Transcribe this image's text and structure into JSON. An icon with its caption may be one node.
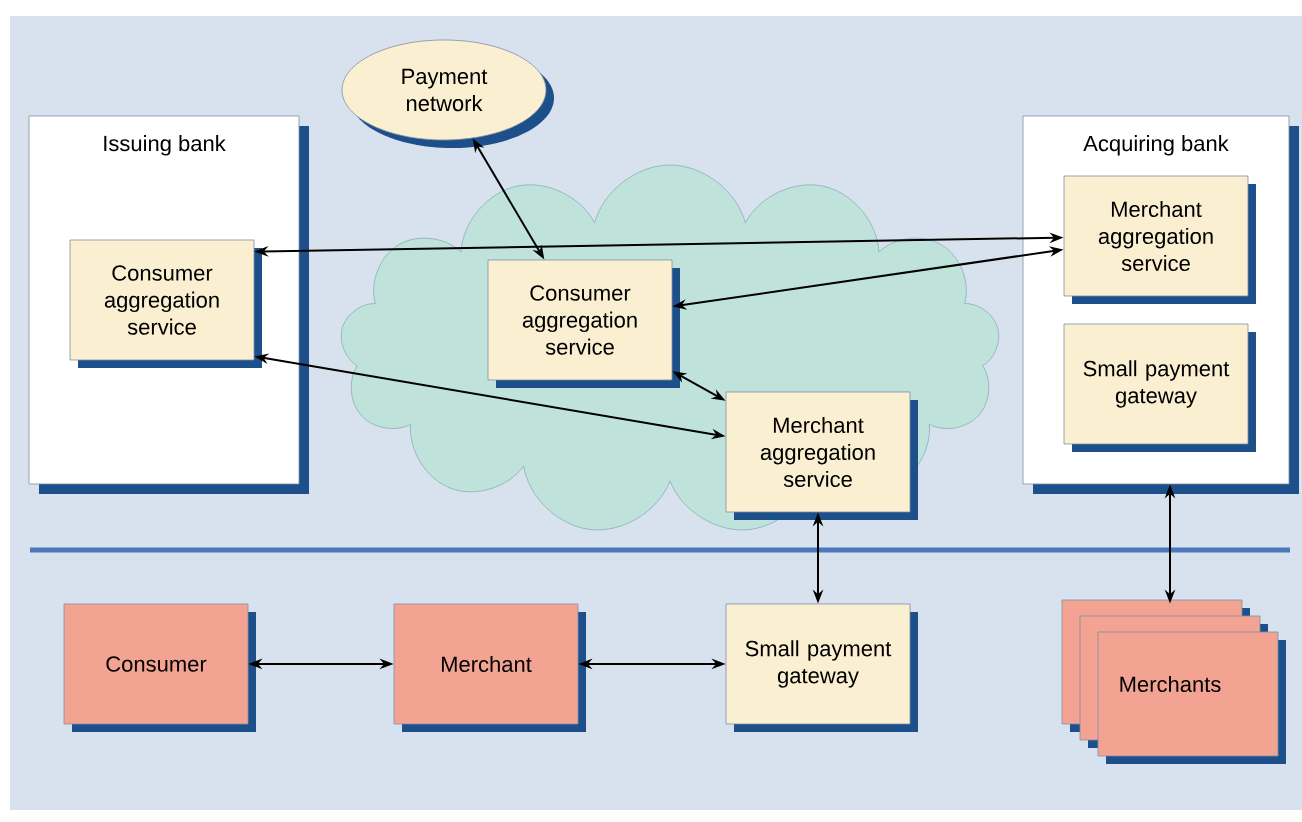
{
  "diagram": {
    "nodes": [
      {
        "text": [
          "Payment network"
        ]
      },
      {
        "text": [
          "Issuing bank"
        ]
      },
      {
        "text": [
          "Consumer aggregation service"
        ],
        "in": 1
      },
      {
        "text": [],
        "shape": "cloud"
      },
      {
        "text": [
          "Consumer aggregation service"
        ],
        "in": 3
      },
      {
        "text": [
          "Merchant aggregation service"
        ],
        "in": 3
      },
      {
        "text": [
          "Acquiring bank"
        ]
      },
      {
        "text": [
          "Merchant aggregation service"
        ],
        "in": 6
      },
      {
        "text": [
          "Small payment gateway"
        ],
        "in": 6
      },
      {
        "text": [
          "Consumer"
        ]
      },
      {
        "text": [
          "Merchant"
        ]
      },
      {
        "text": [
          "Small payment gateway"
        ]
      },
      {
        "text": [
          "Merchants"
        ]
      }
    ],
    "edges": [
      {
        "from": 0,
        "to": 4,
        "arrow": "both"
      },
      {
        "from": 2,
        "to": 7,
        "arrow": "both"
      },
      {
        "from": 7,
        "to": 4,
        "arrow": "both"
      },
      {
        "from": 4,
        "to": 5,
        "arrow": "both"
      },
      {
        "from": 2,
        "to": 5,
        "arrow": "both"
      },
      {
        "from": 5,
        "to": 11,
        "arrow": "both"
      },
      {
        "from": 6,
        "to": 12,
        "arrow": "both"
      },
      {
        "from": 9,
        "to": 10,
        "arrow": "both"
      },
      {
        "from": 10,
        "to": 11,
        "arrow": "both"
      }
    ]
  }
}
